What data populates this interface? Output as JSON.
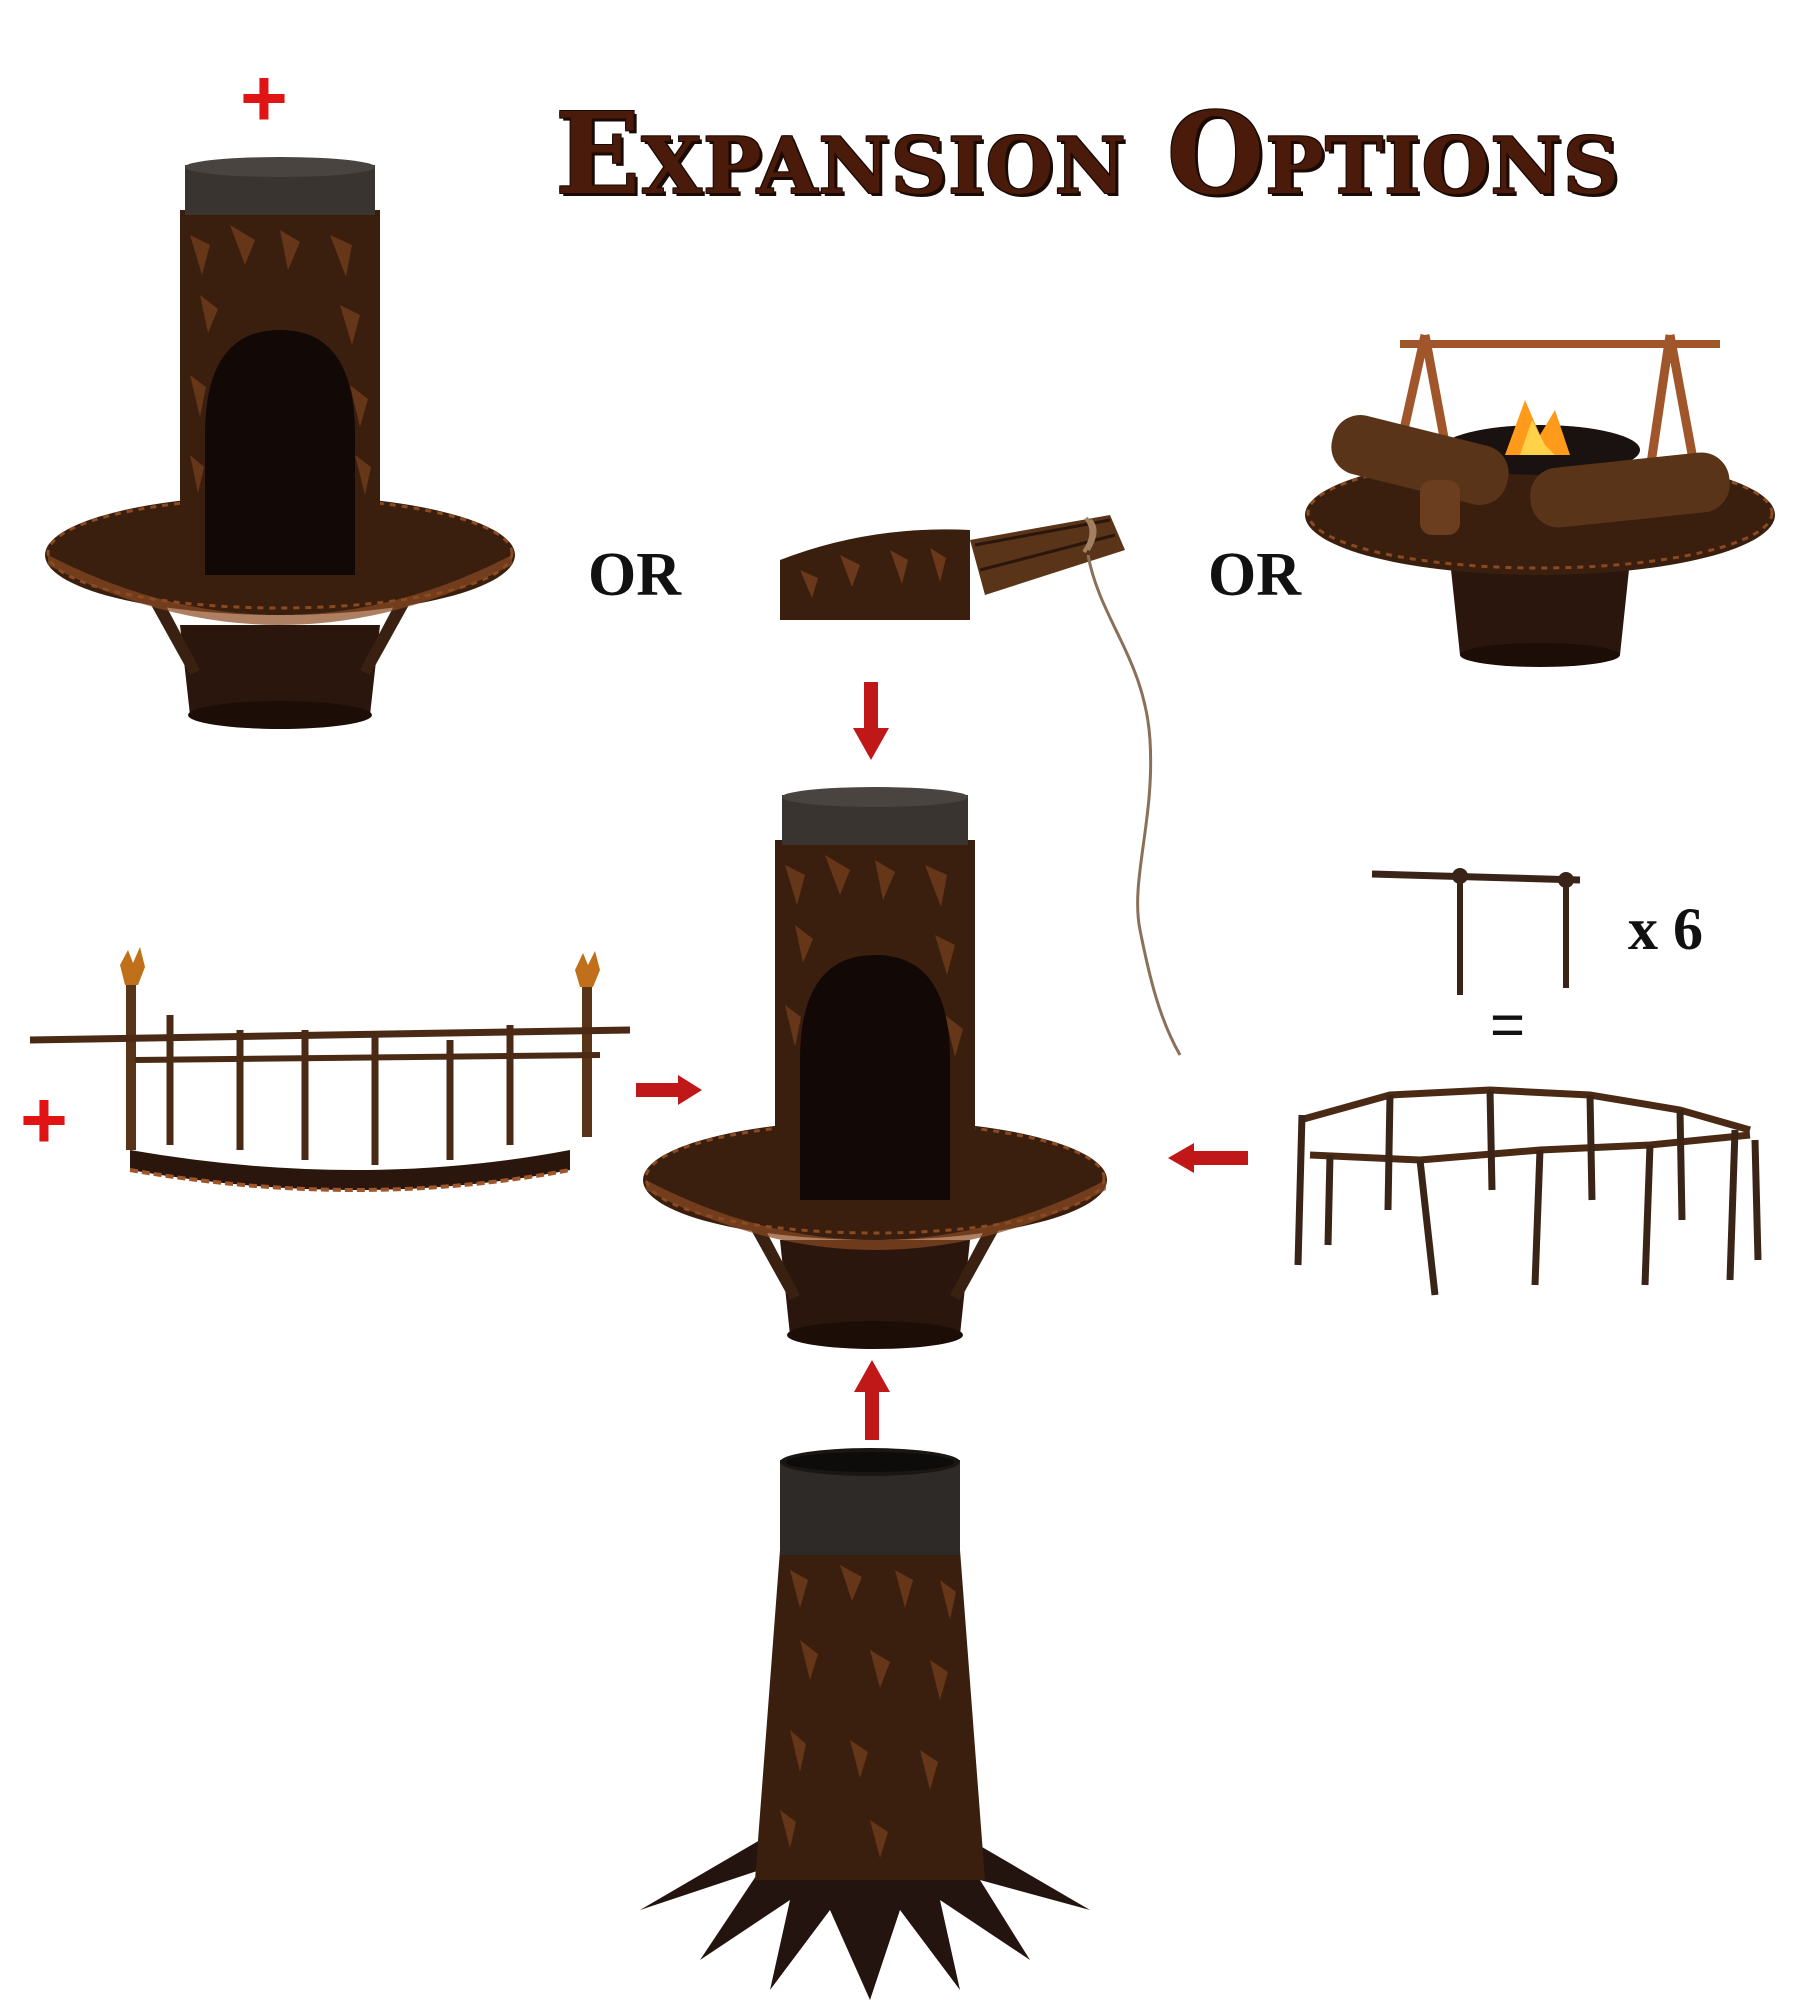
{
  "title": "Expansion Options",
  "labels": {
    "or_left": "OR",
    "or_right": "OR",
    "multiplier": "x 6",
    "equals": "=",
    "plus_top": "+",
    "plus_left": "+"
  },
  "colors": {
    "title": "#4a1a0a",
    "arrow": "#c01818",
    "plus": "#e01414",
    "bark_dark": "#2a160c",
    "bark_orange": "#8a4a22",
    "pipe_top": "#3a3430"
  },
  "icons": [
    "arrow-down-icon",
    "arrow-up-icon",
    "arrow-right-icon",
    "arrow-left-icon",
    "plus-icon"
  ]
}
